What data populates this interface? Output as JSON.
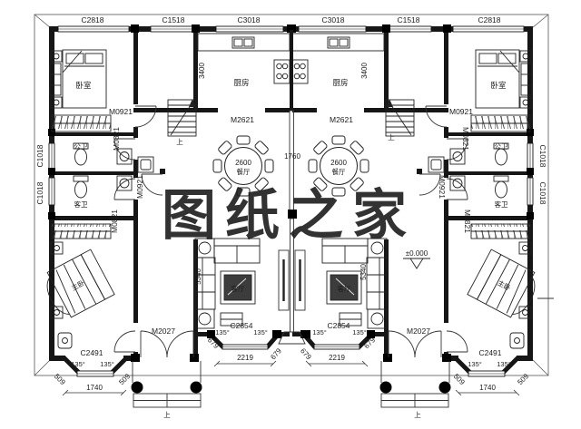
{
  "watermark": {
    "text": "图纸之家",
    "color": "#c9302c"
  },
  "rooms": {
    "bedroom": "卧室",
    "kitchen": "厨房",
    "dining": "餐厅",
    "public_bath": "公卫",
    "guest_bath": "客卫",
    "master_bedroom": "主卧",
    "living": "客厅"
  },
  "windows": {
    "c2818": "C2818",
    "c1518": "C1518",
    "c3018": "C3018",
    "c1018": "C1018",
    "c2854": "C2854",
    "c2491": "C2491"
  },
  "doors": {
    "m0921": "M0921",
    "m0821": "M0821",
    "m2621": "M2621",
    "m2027": "M2027"
  },
  "dims": {
    "d3400": "3400",
    "d2600": "2600",
    "d1760": "1760",
    "d5340": "5340",
    "d679": "679",
    "d2219": "2219",
    "d509": "509",
    "d1740": "1740",
    "angle135": "135°",
    "level": "±0.000"
  },
  "annotations": {
    "up": "上"
  }
}
